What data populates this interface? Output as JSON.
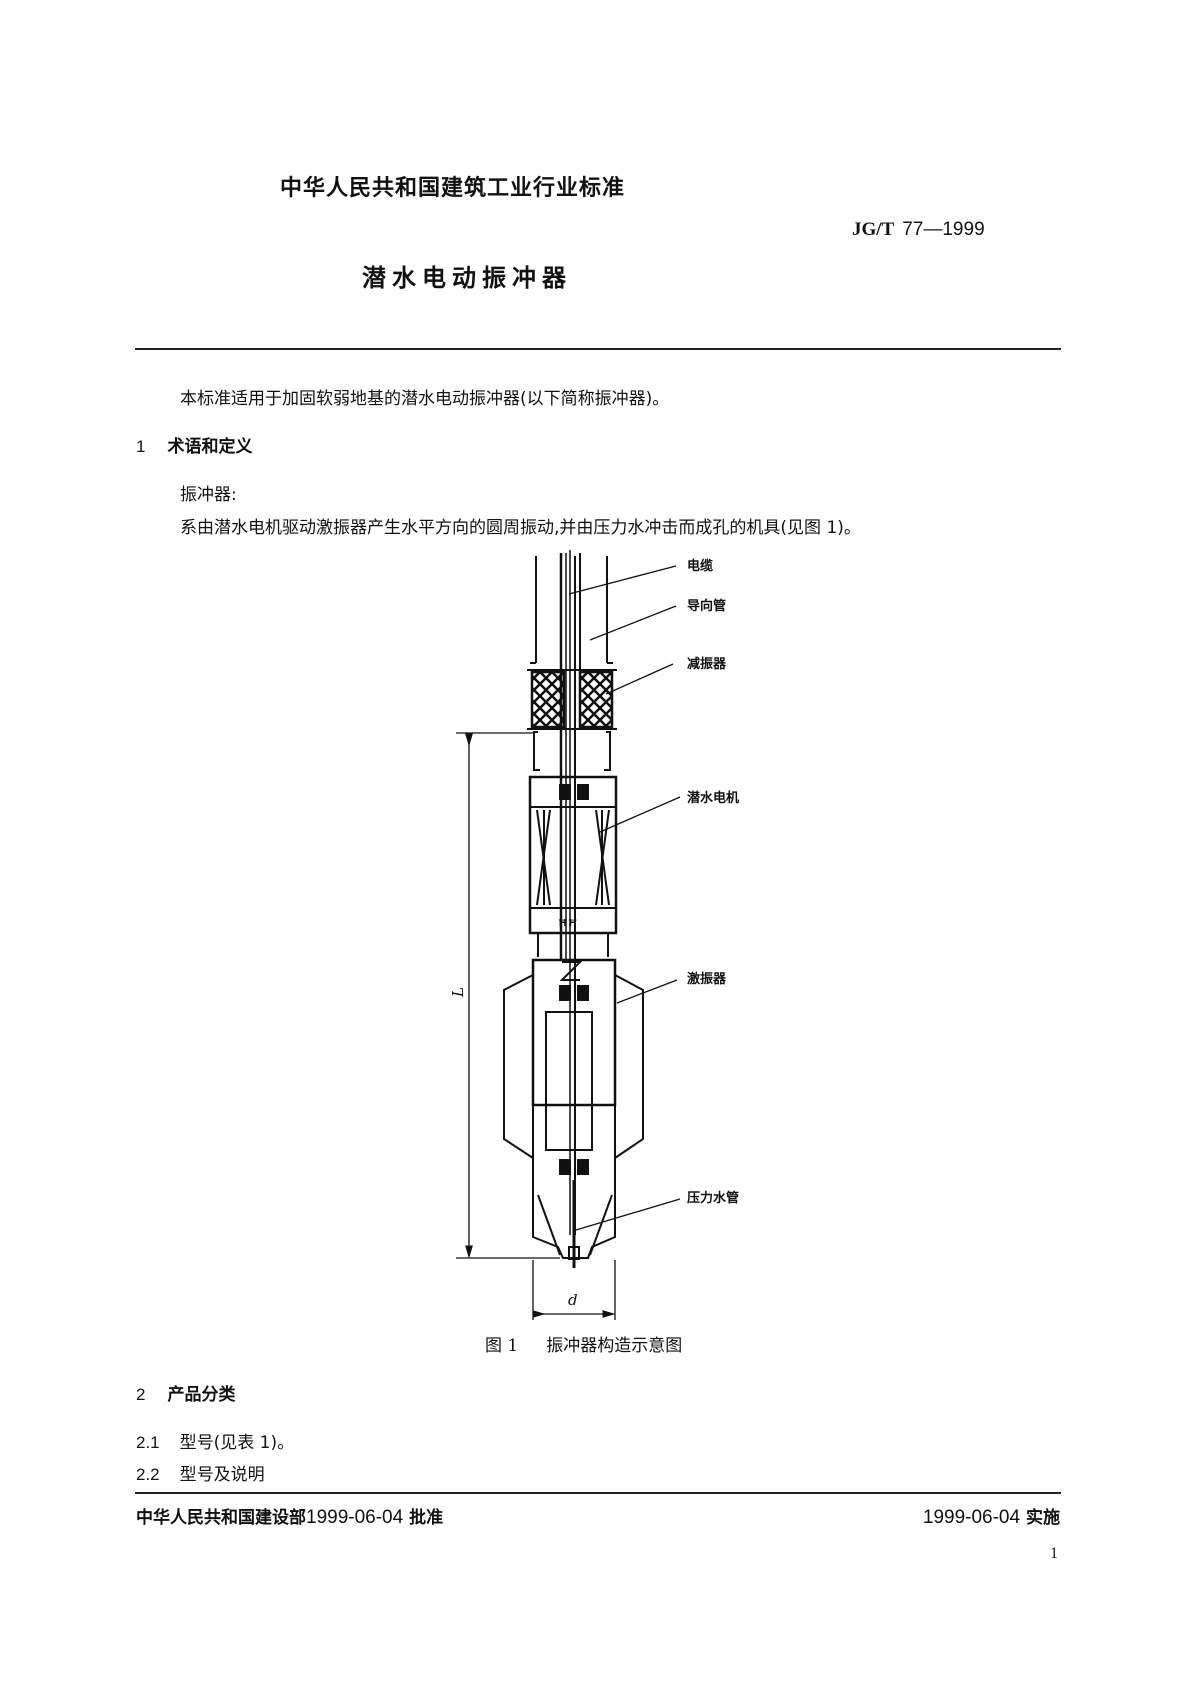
{
  "header": {
    "standard_category": "中华人民共和国建筑工业行业标准",
    "standard_code_prefix": "JG/T",
    "standard_code_number": "77—1999",
    "document_title": "潜水电动振冲器"
  },
  "body": {
    "scope_text": "本标准适用于加固软弱地基的潜水电动振冲器(以下简称振冲器)。",
    "sections": [
      {
        "number": "1",
        "title": "术语和定义",
        "term": "振冲器:",
        "definition": "系由潜水电机驱动激振器产生水平方向的圆周振动,并由压力水冲击而成孔的机具(见图 1)。"
      },
      {
        "number": "2",
        "title": "产品分类",
        "subsections": [
          {
            "number": "2.1",
            "text": "型号(见表 1)。"
          },
          {
            "number": "2.2",
            "text": "型号及说明"
          }
        ]
      }
    ]
  },
  "figure": {
    "number": "图 1",
    "caption": "振冲器构造示意图",
    "labels": {
      "cable": "电缆",
      "guide_pipe": "导向管",
      "damper": "减振器",
      "submersible_motor": "潜水电机",
      "exciter": "激振器",
      "pressure_water_pipe": "压力水管",
      "length_dim": "L",
      "diameter_dim": "d"
    }
  },
  "footer": {
    "approval_org": "中华人民共和国建设部",
    "approval_date": "1999-06-04",
    "approval_label": "批准",
    "effective_date": "1999-06-04",
    "effective_label": "实施",
    "page_number": "1"
  }
}
